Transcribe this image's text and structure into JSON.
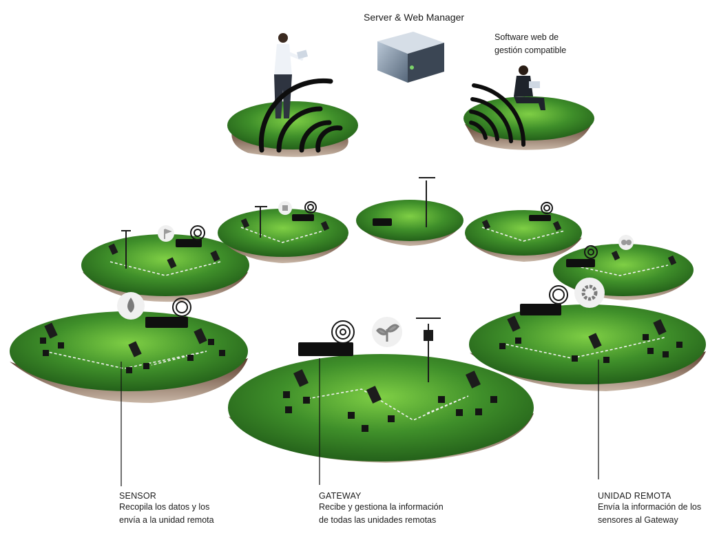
{
  "server": {
    "title": "Server & Web Manager",
    "software_line1": "Software web de",
    "software_line2": "gestión compatible"
  },
  "captions": {
    "sensor": {
      "title": "SENSOR",
      "line1": "Recopila los datos y los",
      "line2": "envía a la unidad remota"
    },
    "gateway": {
      "title": "GATEWAY",
      "line1": "Recibe y gestiona la información",
      "line2": "de todas las unidades remotas"
    },
    "remote": {
      "title": "UNIDAD REMOTA",
      "line1": "Envía la información de los",
      "line2": "sensores al Gateway"
    }
  },
  "colors": {
    "grass": "#3f8f2a",
    "grass_light": "#6cbf3c",
    "soil": "#6b4a3a",
    "device": "#111111"
  },
  "icons": [
    "water-drop-icon",
    "plant-icon",
    "gear-icon",
    "cloud-icon",
    "building-icon",
    "signal-icon"
  ]
}
